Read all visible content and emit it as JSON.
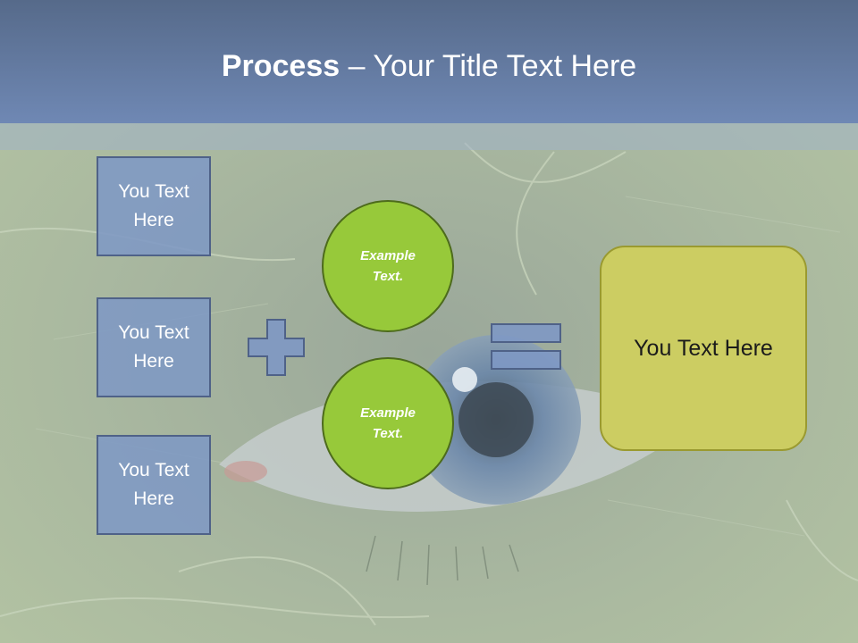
{
  "slide": {
    "title_bold": "Process",
    "title_rest": " – Your Title Text Here",
    "left_boxes": [
      "You Text\nHere",
      "You Text\nHere",
      "You Text\nHere"
    ],
    "circles": [
      "Example\nText.",
      "Example\nText."
    ],
    "result_text": "You Text Here"
  },
  "colors": {
    "header": "#6f88b4",
    "box_fill": "#7e98c4",
    "circle_fill": "#97c93a",
    "result_fill": "#cccd62"
  }
}
